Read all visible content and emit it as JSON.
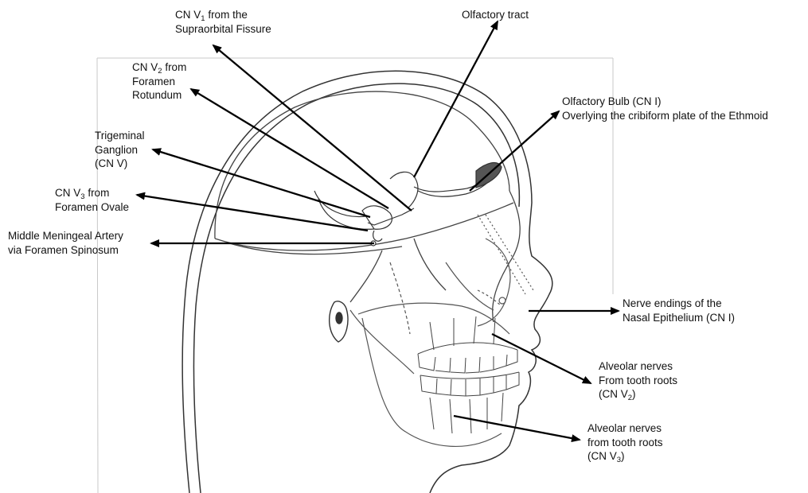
{
  "diagram": {
    "labels": {
      "cn_v1": {
        "line1_pre": "CN V",
        "line1_sub": "1",
        "line1_post": " from the",
        "line2": "Supraorbital Fissure"
      },
      "olfactory_tract": {
        "line1": "Olfactory tract"
      },
      "cn_v2": {
        "line1_pre": "CN V",
        "line1_sub": "2",
        "line1_post": " from",
        "line2": "Foramen",
        "line3": "Rotundum"
      },
      "olfactory_bulb": {
        "line1": "Olfactory Bulb (CN I)",
        "line2": "Overlying the cribiform plate of the Ethmoid"
      },
      "trigeminal_ganglion": {
        "line1": "Trigeminal",
        "line2": "Ganglion",
        "line3": "(CN V)"
      },
      "cn_v3": {
        "line1_pre": "CN V",
        "line1_sub": "3",
        "line1_post": " from",
        "line2": "Foramen Ovale"
      },
      "middle_meningeal": {
        "line1": "Middle Meningeal Artery",
        "line2": "via Foramen Spinosum"
      },
      "nasal_epithelium": {
        "line1": "Nerve endings of the",
        "line2": "Nasal Epithelium (CN I)"
      },
      "alveolar_upper": {
        "line1": "Alveolar nerves",
        "line2": "From tooth roots",
        "line3_pre": "(CN V",
        "line3_sub": "2",
        "line3_post": ")"
      },
      "alveolar_lower": {
        "line1": "Alveolar nerves",
        "line2": "from tooth roots",
        "line3_pre": "(CN V",
        "line3_sub": "3",
        "line3_post": ")"
      }
    }
  }
}
